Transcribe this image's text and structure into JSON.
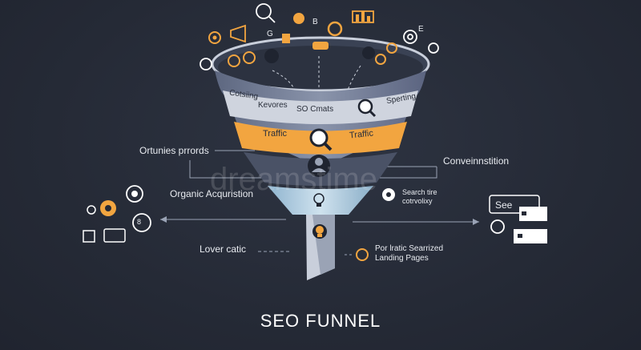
{
  "title": "SEO FUNNEL",
  "watermark": "dreamstime",
  "funnel": {
    "band_top": {
      "left": "Cotsiing",
      "mid1": "Kevores",
      "mid2": "SO Cmats",
      "right": "Sperting"
    },
    "band_traffic": {
      "left": "Traffic",
      "right": "Traffic"
    }
  },
  "labels": {
    "ortunities": "Ortunies prrords",
    "organic": "Organic Acquristion",
    "lover": "Lover catic",
    "conversion": "Conveinnstition",
    "search_line1": "Search tire",
    "search_line2": "cotrvolixy",
    "landing_line1": "Por lratic Searrized",
    "landing_line2": "Landing Pages",
    "see": "See",
    "top_icon_b": "B",
    "top_icon_g": "G",
    "top_icon_e": "E",
    "left_icon_text": "8"
  },
  "colors": {
    "accent": "#f2a540",
    "background": "#252a36",
    "text": "#ffffff"
  }
}
